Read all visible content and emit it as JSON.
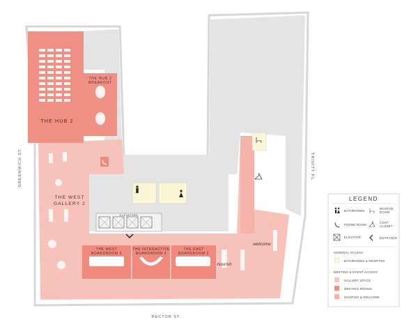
{
  "streets": {
    "west": "GREENWICH ST.",
    "east": "TRINITY PL.",
    "south": "RECTOR ST."
  },
  "rooms": {
    "hub": "THE HUB 2",
    "hub_breakout_line1": "THE HUB 2",
    "hub_breakout_line2": "BREAKOUT",
    "west_gallery_line1": "THE WEST",
    "west_gallery_line2": "GALLERY 2",
    "west_boardroom_line1": "THE WEST",
    "west_boardroom_line2": "BOARDROOM 2",
    "interactive_line1": "THE INTERACTIVE",
    "interactive_line2": "BOARDROOM 2",
    "east_boardroom_line1": "THE EAST",
    "east_boardroom_line2": "BOARDROOM 2",
    "elevators": "ELEVATORS",
    "nourish": "nourish",
    "welcome": "welcome"
  },
  "legend": {
    "title": "LEGEND",
    "bathrooms": "BATHROOMS",
    "respite_line1": "RESPITE",
    "respite_line2": "ROOM",
    "phone_room": "PHONE ROOM",
    "coat_line1": "COAT",
    "coat_line2": "CLOSET",
    "elevator": "ELEVATOR",
    "entrance": "ENTRANCE",
    "general_access": "GENERAL ACCESS",
    "bathrooms_respites": "BATHROOMS & RESPITES",
    "meeting_event_access": "MEETING & EVENT ACCESS",
    "gallery_space": "GALLERY SPACE",
    "meeting_rooms": "MEETING ROOMS",
    "nourish_welcome": "NOURISH & WELCOME"
  },
  "colors": {
    "gallery": "#f7c6bd",
    "meeting": "#ef9084",
    "nourish": "#f5b3a9",
    "general": "#fbf6d5",
    "building": "#e3e3e3",
    "wall": "#cfcfcf"
  },
  "icons": [
    "male-restroom-icon",
    "female-restroom-icon",
    "phone-icon",
    "coat-hanger-icon",
    "respite-chair-icon",
    "elevator-icon",
    "entrance-arrow-icon"
  ]
}
